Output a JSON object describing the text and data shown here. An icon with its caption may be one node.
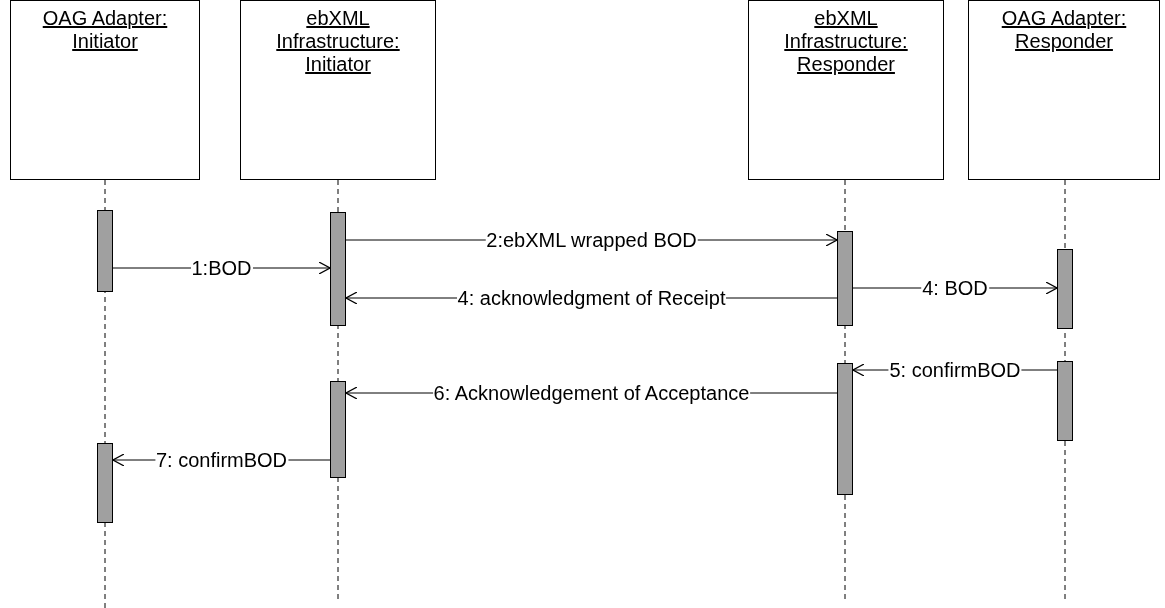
{
  "diagram": {
    "nodes": [
      {
        "text": [
          "OAG Adapter: Initiator"
        ]
      },
      {
        "text": [
          "ebXML Infrastructure: Initiator"
        ]
      },
      {
        "text": [
          "ebXML Infrastructure: Responder"
        ]
      },
      {
        "text": [
          "OAG Adapter: Responder"
        ]
      },
      {
        "text": [],
        "shape": "bar"
      },
      {
        "text": [],
        "shape": "bar"
      },
      {
        "text": [],
        "shape": "bar"
      },
      {
        "text": [],
        "shape": "bar"
      },
      {
        "text": [],
        "shape": "bar"
      },
      {
        "text": [],
        "shape": "bar"
      },
      {
        "text": [],
        "shape": "bar"
      },
      {
        "text": [],
        "shape": "bar"
      }
    ],
    "edges": [
      {
        "from": 4,
        "to": 5,
        "arrow": "to",
        "label": "1:BOD"
      },
      {
        "from": 5,
        "to": 6,
        "arrow": "to",
        "label": "2:ebXML wrapped BOD"
      },
      {
        "from": 6,
        "to": 5,
        "arrow": "to",
        "label": "4: acknowledgment of Receipt"
      },
      {
        "from": 6,
        "to": 7,
        "arrow": "to",
        "label": "4: BOD"
      },
      {
        "from": 8,
        "to": 9,
        "arrow": "to",
        "label": "5: confirmBOD"
      },
      {
        "from": 9,
        "to": 10,
        "arrow": "to",
        "label": "6: Acknowledgement of Acceptance"
      },
      {
        "from": 10,
        "to": 11,
        "arrow": "to",
        "label": "7: confirmBOD"
      }
    ]
  }
}
